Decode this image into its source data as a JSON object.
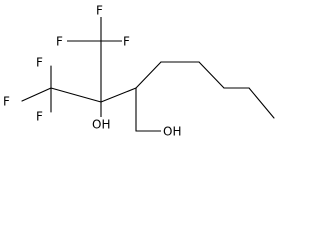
{
  "molecule": {
    "atom_labels": {
      "f1": "F",
      "f2": "F",
      "f3": "F",
      "f4": "F",
      "f5": "F",
      "f6": "F",
      "oh_center": "OH",
      "oh_chain": "OH"
    },
    "colors": {
      "bond": "#000000",
      "text": "#000000",
      "background": "#ffffff"
    }
  }
}
